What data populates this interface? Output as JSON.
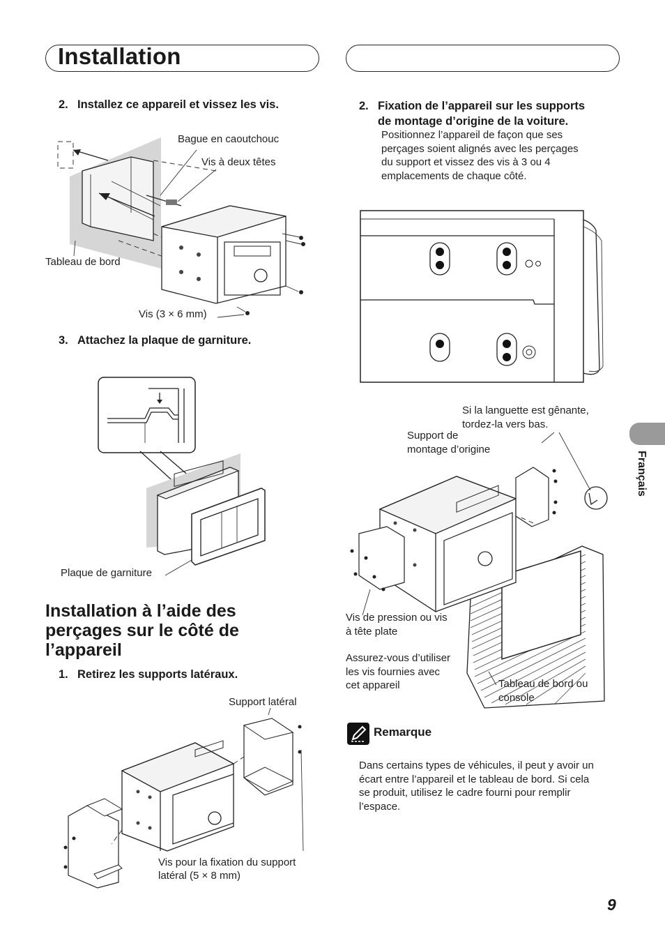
{
  "header": {
    "title": "Installation"
  },
  "sidebar": {
    "language": "Français"
  },
  "page_number": "9",
  "left": {
    "step2": {
      "num": "2.",
      "text": "Installez ce appareil et vissez les vis."
    },
    "fig1": {
      "label_bague": "Bague en caoutchouc",
      "label_vis_deux": "Vis à deux têtes",
      "label_tableau": "Tableau de bord",
      "label_vis36": "Vis (3 × 6 mm)"
    },
    "step3": {
      "num": "3.",
      "text": "Attachez la plaque de garniture."
    },
    "fig2": {
      "label_plaque": "Plaque de garniture"
    },
    "section_heading": [
      "Installation à l’aide des",
      "perçages sur le côté de",
      "l’appareil"
    ],
    "step1": {
      "num": "1.",
      "text": "Retirez les supports latéraux."
    },
    "fig3": {
      "label_support": "Support latéral",
      "label_vis_fix_1": "Vis pour la fixation du support",
      "label_vis_fix_2": "latéral (5 × 8 mm)"
    }
  },
  "right": {
    "step2": {
      "num": "2.",
      "text_1": "Fixation de l’appareil sur les supports",
      "text_2": "de montage d’origine de la voiture.",
      "desc": [
        "Positionnez l’appareil de façon que ses",
        "perçages soient alignés avec les perçages",
        "du support et vissez des vis à 3 ou 4",
        "emplacements de chaque côté."
      ]
    },
    "fig5": {
      "label_languette": [
        "Si la languette est gênante,",
        "tordez-la vers bas."
      ],
      "label_support": [
        "Support de",
        "montage d’origine"
      ],
      "label_vis_pression": [
        "Vis de pression ou vis",
        "à tête plate"
      ],
      "label_assurez": [
        "Assurez-vous d’utiliser",
        "les vis fournies avec",
        "cet appareil"
      ],
      "label_tableau": [
        "Tableau de bord ou",
        "console"
      ]
    },
    "note": {
      "title": "Remarque",
      "text": [
        "Dans certains types de véhicules, il peut y avoir un",
        "écart entre l’appareil et le tableau de bord. Si cela",
        "se produit, utilisez le cadre fourni pour remplir",
        "l’espace."
      ]
    }
  }
}
